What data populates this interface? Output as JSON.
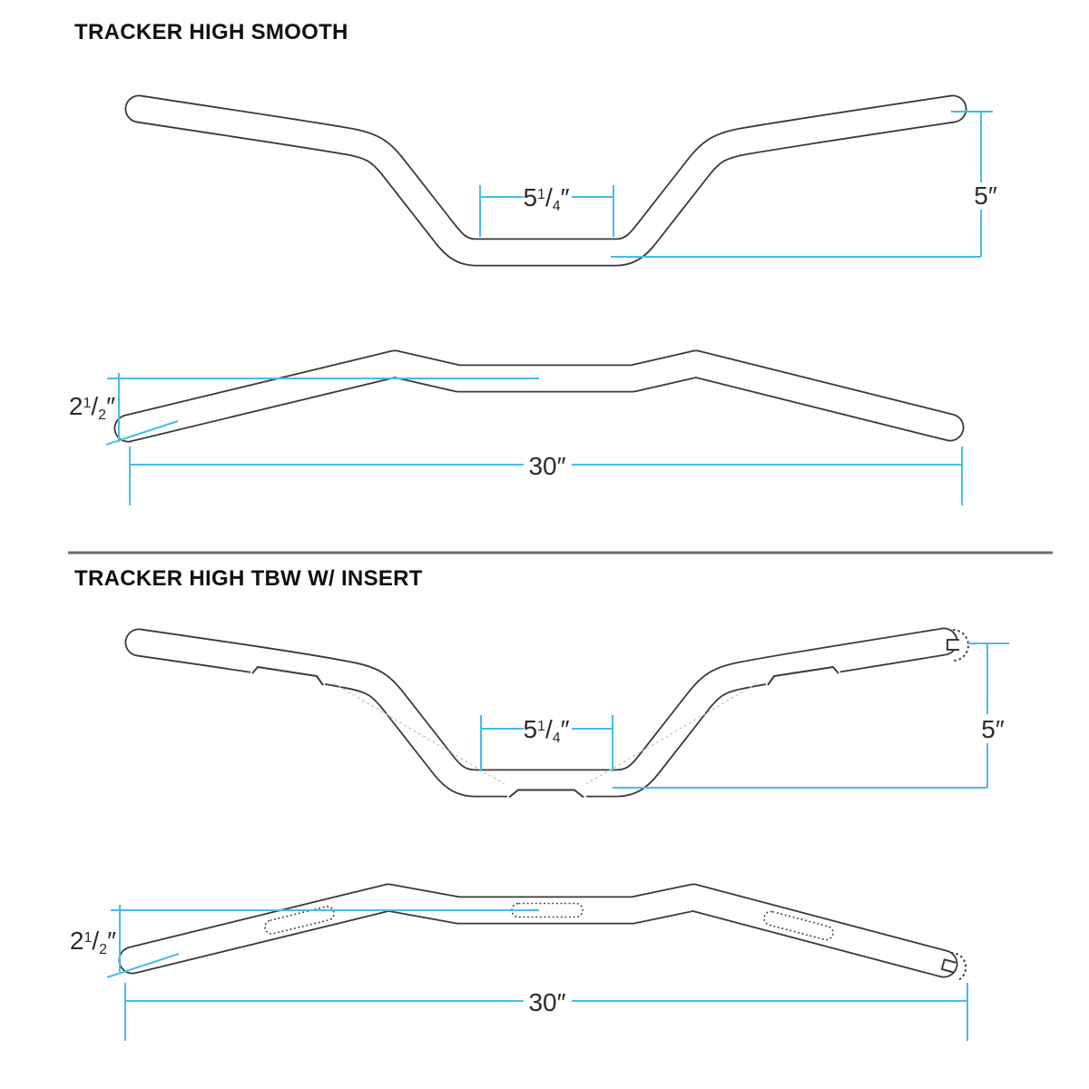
{
  "colors": {
    "dimension_blue": "#44bde8",
    "outline_dark": "#3a3a3a",
    "divider_gray": "#6b6b6b"
  },
  "sections": [
    {
      "title": "TRACKER HIGH SMOOTH",
      "dims": {
        "center_width": {
          "whole": "5",
          "sup": "1",
          "slash": "/",
          "sub": "4",
          "unit": "″"
        },
        "rise": {
          "whole": "5",
          "unit": "″"
        },
        "pullback": {
          "whole": "2",
          "sup": "1",
          "slash": "/",
          "sub": "2",
          "unit": "″"
        },
        "overall_width": {
          "whole": "30",
          "unit": "″"
        }
      }
    },
    {
      "title": "TRACKER HIGH TBW W/ INSERT",
      "dims": {
        "center_width": {
          "whole": "5",
          "sup": "1",
          "slash": "/",
          "sub": "4",
          "unit": "″"
        },
        "rise": {
          "whole": "5",
          "unit": "″"
        },
        "pullback": {
          "whole": "2",
          "sup": "1",
          "slash": "/",
          "sub": "2",
          "unit": "″"
        },
        "overall_width": {
          "whole": "30",
          "unit": "″"
        }
      }
    }
  ]
}
